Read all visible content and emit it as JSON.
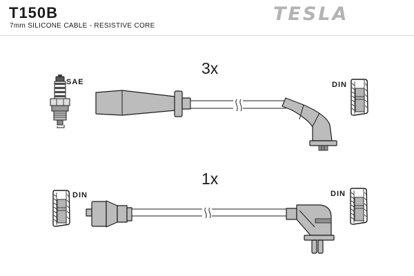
{
  "header": {
    "part_number": "T150B",
    "subtitle": "7mm SILICONE CABLE - RESISTIVE CORE",
    "brand": "TESLA"
  },
  "row1": {
    "quantity": "3x",
    "left_label": "SAE",
    "right_label": "DIN",
    "left_connector_icon": "spark-plug-icon",
    "right_connector_icon": "din-socket-icon",
    "cable_style": "straight tapered boot to 45-degree angled boot, break symbol in middle"
  },
  "row2": {
    "quantity": "1x",
    "left_label": "DIN",
    "right_label": "DIN",
    "left_connector_icon": "din-socket-icon",
    "right_connector_icon": "din-socket-icon",
    "cable_style": "straight coil boot to 90-degree angled boot, break symbol in middle"
  },
  "colors": {
    "boot_gray": "#bcbcbc",
    "terminal_gray": "#b5b5b5",
    "outline": "#1c1c1c",
    "brand_gray": "#b3b3b3",
    "rule_gray": "#d9d9d9"
  }
}
